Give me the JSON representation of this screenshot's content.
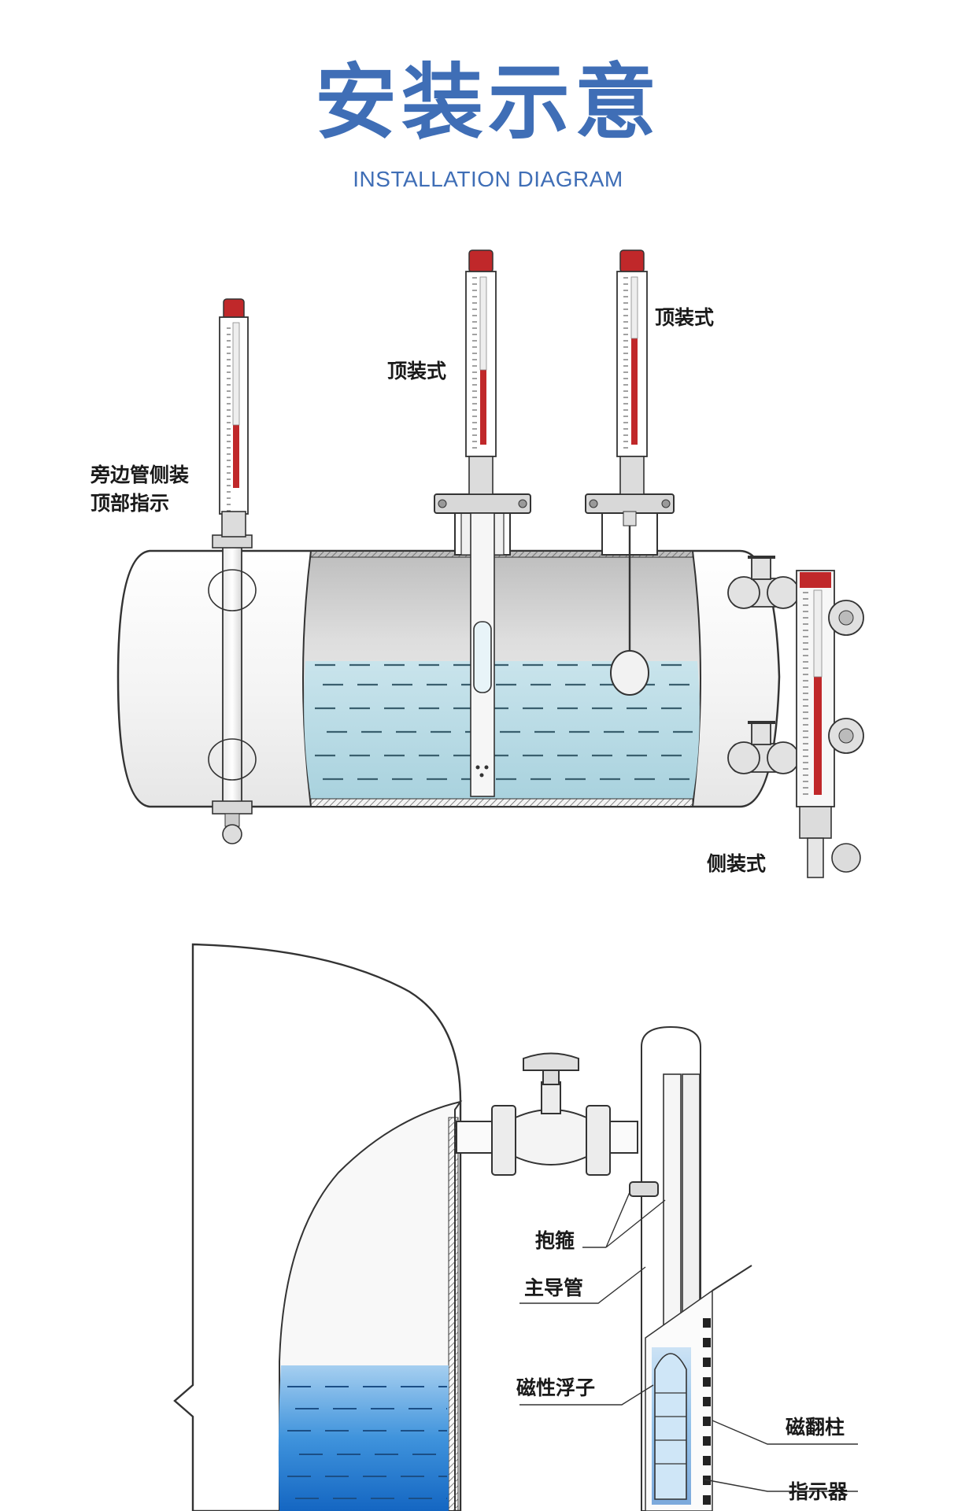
{
  "header": {
    "title": "安装示意",
    "subtitle": "INSTALLATION DIAGRAM"
  },
  "diagram1": {
    "labels": {
      "top_mount_left": "顶装式",
      "top_mount_right": "顶装式",
      "bypass_line1": "旁边管侧装",
      "bypass_line2": "顶部指示",
      "side_mount": "侧装式"
    }
  },
  "diagram2": {
    "labels": {
      "clamp": "抱箍",
      "main_tube": "主导管",
      "magnetic_float": "磁性浮子",
      "flip_column": "磁翻柱",
      "indicator": "指示器"
    }
  },
  "colors": {
    "accent": "#3f6eb6",
    "liquid": "#b9dbe6",
    "liquid_deep": "#1e73c8",
    "gauge_red": "#c0282a"
  }
}
